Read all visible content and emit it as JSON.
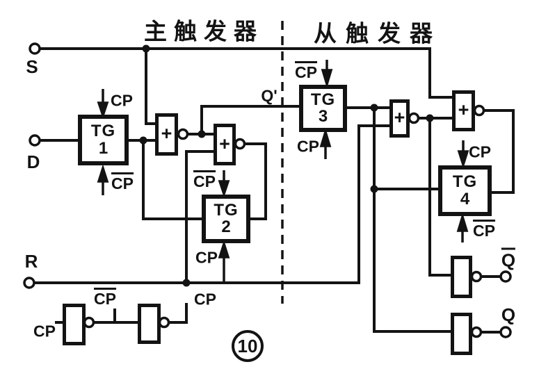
{
  "figure": {
    "number": "10"
  },
  "sections": {
    "master_title": "主触发器",
    "slave_title": "从触发器"
  },
  "terminals": {
    "s": "S",
    "d": "D",
    "r": "R",
    "q_internal": "Q'",
    "q": "Q",
    "q_bar": {
      "text": "Q",
      "overline": true
    }
  },
  "transmission_gates": {
    "tg1": {
      "label": "TG",
      "number": "1",
      "top_clock": {
        "text": "CP",
        "overline": false
      },
      "bottom_clock": {
        "text": "CP",
        "overline": true
      }
    },
    "tg2": {
      "label": "TG",
      "number": "2",
      "top_clock": {
        "text": "CP",
        "overline": true
      },
      "bottom_clock": {
        "text": "CP",
        "overline": false
      }
    },
    "tg3": {
      "label": "TG",
      "number": "3",
      "top_clock": {
        "text": "CP",
        "overline": true
      },
      "bottom_clock": {
        "text": "CP",
        "overline": false
      }
    },
    "tg4": {
      "label": "TG",
      "number": "4",
      "top_clock": {
        "text": "CP",
        "overline": false
      },
      "bottom_clock": {
        "text": "CP",
        "overline": true
      }
    }
  },
  "nor_gates": {
    "symbol": "+"
  },
  "clock_buffer": {
    "input": "CP",
    "mid_node": {
      "text": "CP",
      "overline": true
    },
    "output": "CP"
  },
  "colors": {
    "ink": "#131313",
    "paper": "#ffffff"
  }
}
